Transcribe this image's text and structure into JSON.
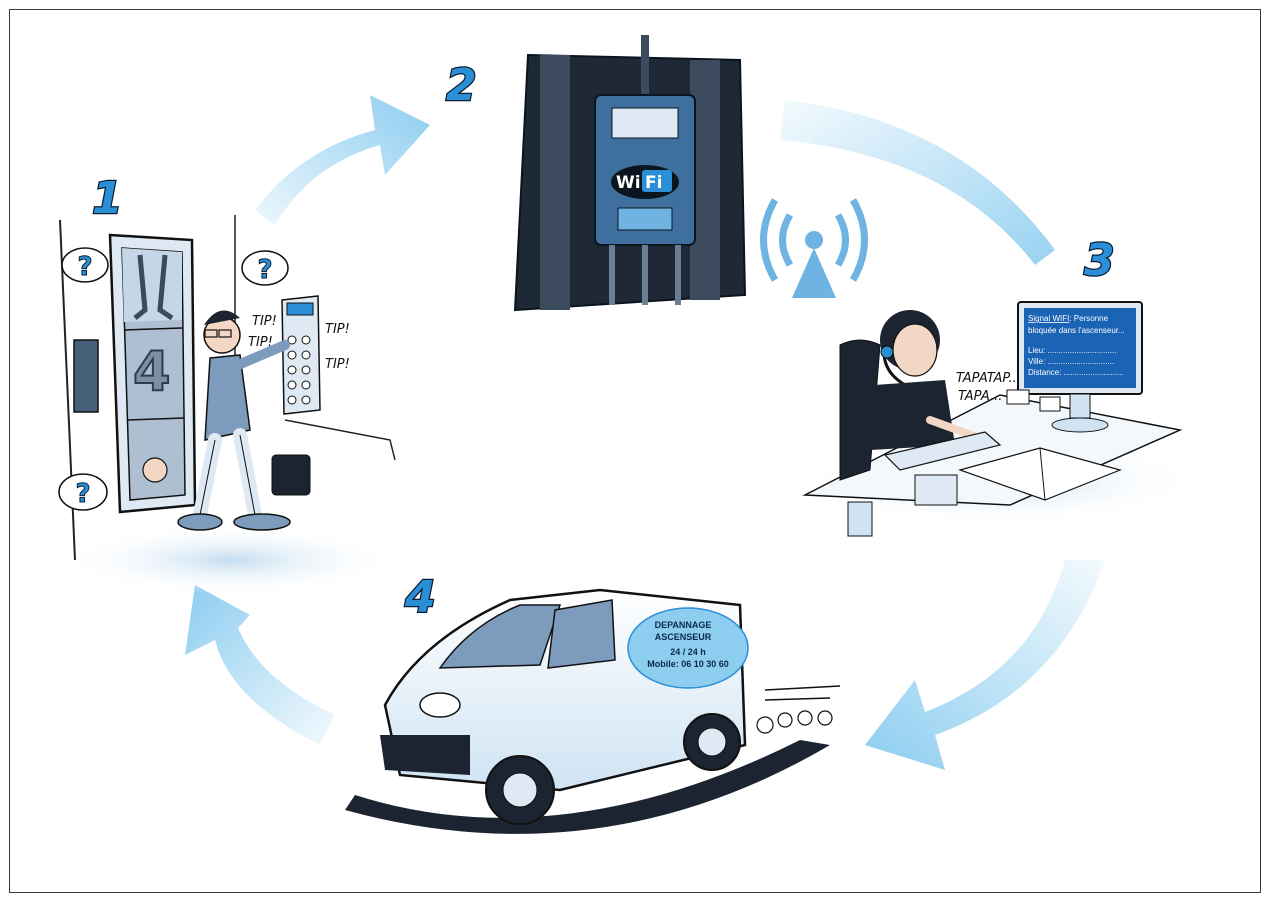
{
  "steps": [
    {
      "number": "1"
    },
    {
      "number": "2"
    },
    {
      "number": "3"
    },
    {
      "number": "4"
    }
  ],
  "elevator": {
    "floor": "4",
    "question_marks": [
      "?",
      "?",
      "?"
    ],
    "sounds": [
      "TIP!",
      "TIP!",
      "TIP!",
      "TIP!"
    ]
  },
  "wifi_box": {
    "logo_left": "Wi",
    "logo_right": "Fi"
  },
  "operator": {
    "sounds": [
      "TAPATAP...",
      "TAPA..."
    ],
    "screen": {
      "signal_label": "Signal WIFI",
      "signal_text": ": Personne",
      "signal_line2": "bloquée dans l'ascenseur...",
      "lieu": "Lieu: ...............................",
      "ville": "Ville: ..............................",
      "distance": "Distance: ..........................."
    }
  },
  "van": {
    "line1": "DEPANNAGE",
    "line2": "ASCENSEUR",
    "line3": "24 / 24 h",
    "line4": "Mobile: 06 10 30 60"
  },
  "colors": {
    "accent": "#2a8fd6",
    "arrow": "#8ccdf0",
    "ink": "#0b1f33",
    "steel": "#46607a"
  }
}
